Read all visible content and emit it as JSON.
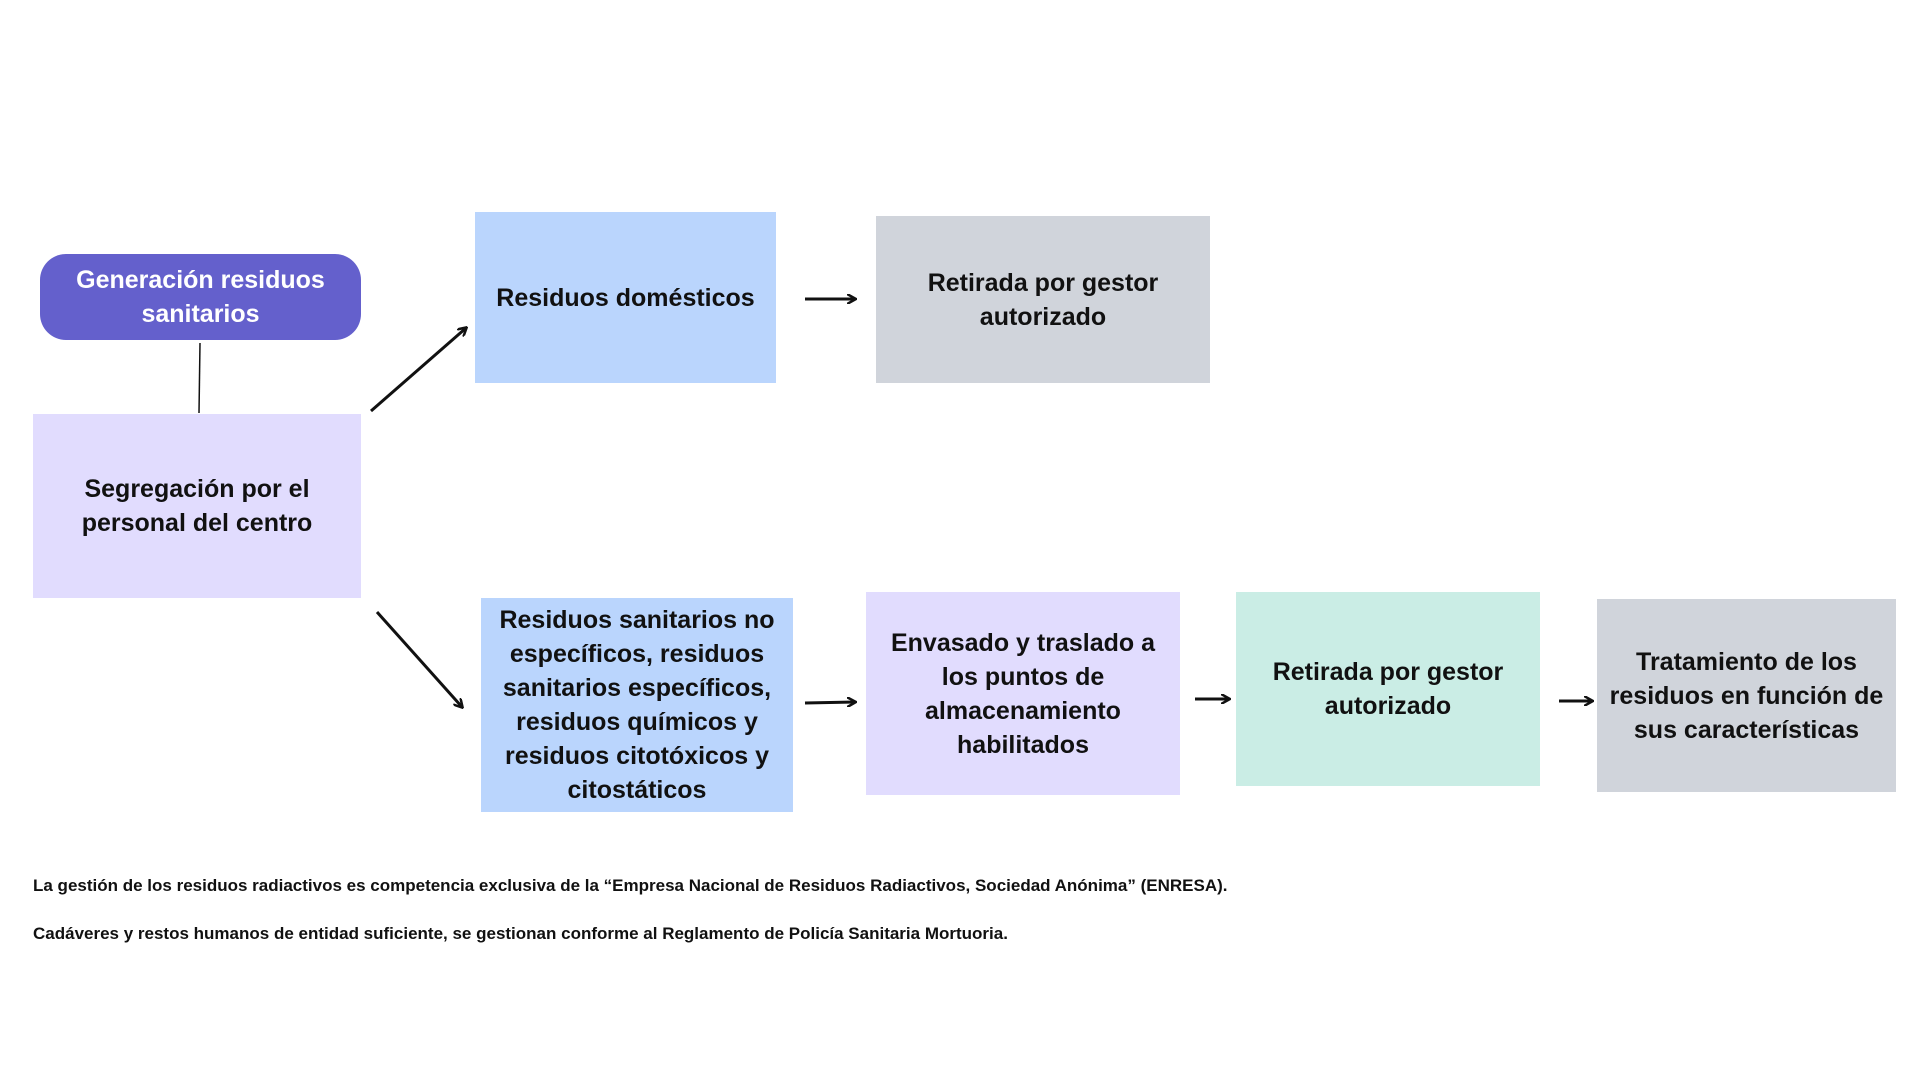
{
  "diagram": {
    "nodes": {
      "generacion": {
        "label": "Generación residuos sanitarios",
        "color": "#6460cc"
      },
      "segregacion": {
        "label": "Segregación por el personal del centro",
        "color": "#e1dcfe"
      },
      "domesticos": {
        "label": "Residuos domésticos",
        "color": "#bad5fd"
      },
      "retirada_1": {
        "label": "Retirada por gestor autorizado",
        "color": "#d0d4db"
      },
      "sanitarios": {
        "label": "Residuos sanitarios no específicos, residuos sanitarios específicos, residuos químicos y residuos citotóxicos y citostáticos",
        "color": "#bad5fd"
      },
      "envasado": {
        "label": "Envasado y  traslado a los puntos de almacenamiento habilitados",
        "color": "#e1dcfe"
      },
      "retirada_2": {
        "label": "Retirada por gestor autorizado",
        "color": "#caede5"
      },
      "tratamiento": {
        "label": "Tratamiento de los residuos en función de sus características",
        "color": "#d0d4db"
      }
    },
    "edges": [
      {
        "from": "generacion",
        "to": "segregacion",
        "style": "line"
      },
      {
        "from": "segregacion",
        "to": "domesticos",
        "style": "arrow"
      },
      {
        "from": "segregacion",
        "to": "sanitarios",
        "style": "arrow"
      },
      {
        "from": "domesticos",
        "to": "retirada_1",
        "style": "arrow"
      },
      {
        "from": "sanitarios",
        "to": "envasado",
        "style": "arrow"
      },
      {
        "from": "envasado",
        "to": "retirada_2",
        "style": "arrow"
      },
      {
        "from": "retirada_2",
        "to": "tratamiento",
        "style": "arrow"
      }
    ]
  },
  "notes": {
    "radiactivos": "La gestión de los residuos radiactivos es competencia exclusiva de la “Empresa Nacional de Residuos Radiactivos, Sociedad Anónima” (ENRESA).",
    "cadaveres": "Cadáveres y restos humanos de entidad suficiente, se gestionan conforme al Reglamento de Policía Sanitaria Mortuoria."
  },
  "colors": {
    "arrow": "#111111",
    "text": "#111111",
    "text_on_dark": "#ffffff"
  }
}
